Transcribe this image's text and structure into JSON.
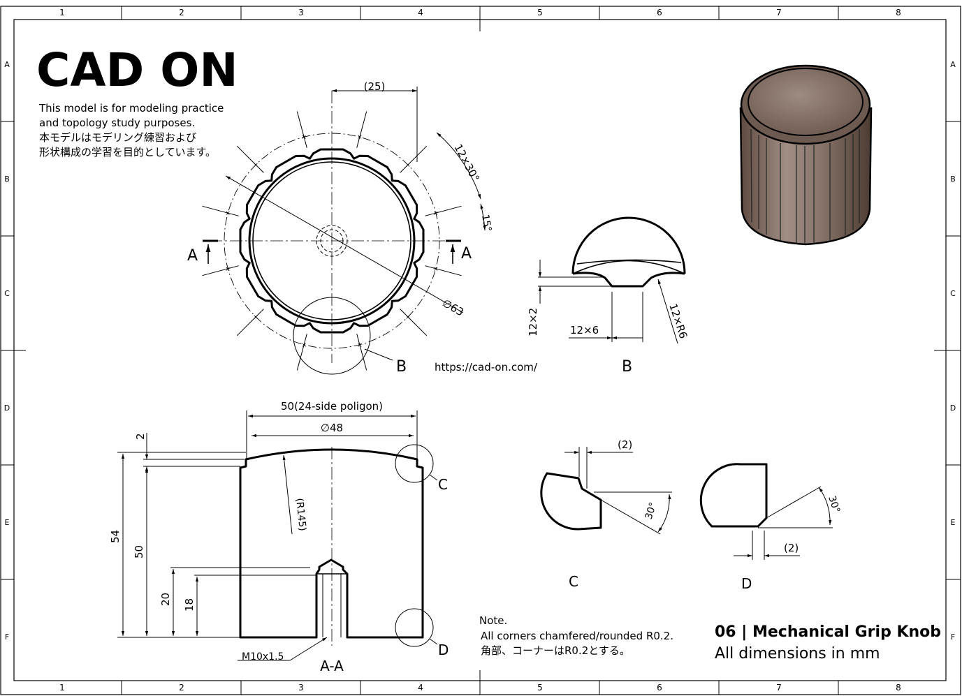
{
  "logo": {
    "text": "CAD ON"
  },
  "intro": {
    "line1": "This model is for modeling practice",
    "line2": "and topology study purposes.",
    "line3": "本モデルはモデリング練習および",
    "line4": "形状構成の学習を目的としています。"
  },
  "url": "https://cad-on.com/",
  "grid": {
    "columns": [
      "1",
      "2",
      "3",
      "4",
      "5",
      "6",
      "7",
      "8"
    ],
    "rows": [
      "A",
      "B",
      "C",
      "D",
      "E",
      "F"
    ]
  },
  "top_view": {
    "dim_25": "(25)",
    "dim_12x30": "12×30°",
    "dim_15": "15°",
    "dim_phi63": "∅63",
    "section_left": "A",
    "section_right": "A",
    "detail_label": "B"
  },
  "detail_b": {
    "dim_12x2": "12×2",
    "dim_12x6": "12×6",
    "dim_12xR6": "12×R6",
    "label": "B"
  },
  "section_aa": {
    "dim_50": "50(24-side poligon)",
    "dim_phi48": "∅48",
    "dim_2": "2",
    "dim_54": "54",
    "dim_50v": "50",
    "dim_20": "20",
    "dim_18": "18",
    "dim_r145": "(R145)",
    "thread": "M10x1.5",
    "label": "A-A",
    "detail_c": "C",
    "detail_d": "D"
  },
  "detail_c": {
    "dim_2": "(2)",
    "dim_30": "30°",
    "label": "C"
  },
  "detail_d": {
    "dim_2": "(2)",
    "dim_30": "30°",
    "label": "D"
  },
  "notes": {
    "heading": "Note.",
    "line1": "All corners chamfered/rounded R0.2.",
    "line2": "角部、コーナーはR0.2とする。"
  },
  "title_block": {
    "title": "06 | Mechanical Grip Knob",
    "subtitle": "All dimensions in mm"
  }
}
